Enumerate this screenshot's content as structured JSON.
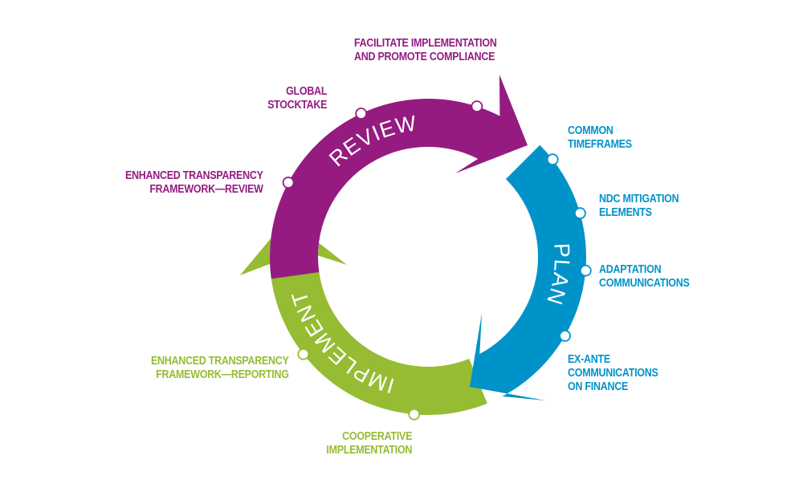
{
  "colors": {
    "review": "#951b81",
    "plan": "#0093c9",
    "implement": "#95bc33",
    "dot_fill": "#ffffff"
  },
  "stages": [
    {
      "id": "review",
      "label": "REVIEW"
    },
    {
      "id": "plan",
      "label": "PLAN"
    },
    {
      "id": "implement",
      "label": "IMPLEMENT"
    }
  ],
  "labels": {
    "facilitate": [
      "FACILITATE IMPLEMENTATION",
      "AND PROMOTE COMPLIANCE"
    ],
    "global_stocktake": [
      "GLOBAL",
      "STOCKTAKE"
    ],
    "etf_review": [
      "ENHANCED TRANSPARENCY",
      "FRAMEWORK—REVIEW"
    ],
    "common_timeframes": [
      "COMMON",
      "TIMEFRAMES"
    ],
    "ndc_mitigation": [
      "NDC MITIGATION",
      "ELEMENTS"
    ],
    "adaptation": [
      "ADAPTATION",
      "COMMUNICATIONS"
    ],
    "ex_ante": [
      "EX-ANTE",
      "COMMUNICATIONS",
      "ON FINANCE"
    ],
    "etf_reporting": [
      "ENHANCED TRANSPARENCY",
      "FRAMEWORK—REPORTING"
    ],
    "cooperative": [
      "COOPERATIVE",
      "IMPLEMENTATION"
    ]
  }
}
